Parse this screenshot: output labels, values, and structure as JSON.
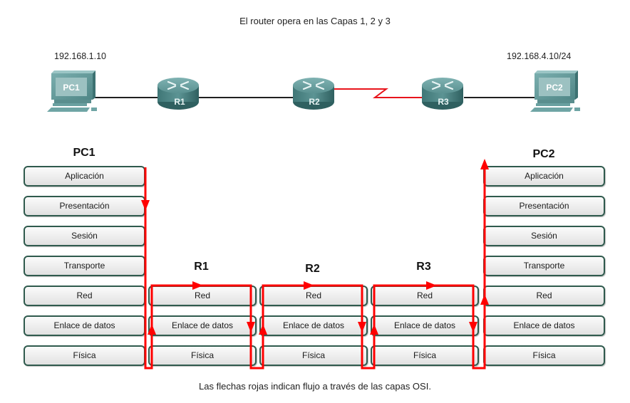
{
  "title": "El router opera en las Capas 1, 2 y 3",
  "caption": "Las flechas rojas indican flujo a través de las capas OSI.",
  "topology": {
    "pc1": {
      "label": "PC1",
      "ip": "192.168.1.10"
    },
    "pc2": {
      "label": "PC2",
      "ip": "192.168.4.10/24"
    },
    "routers": [
      {
        "label": "R1"
      },
      {
        "label": "R2"
      },
      {
        "label": "R3"
      }
    ],
    "links": [
      {
        "from": "PC1",
        "to": "R1",
        "type": "ethernet",
        "color": "#000000"
      },
      {
        "from": "R1",
        "to": "R2",
        "type": "ethernet",
        "color": "#000000"
      },
      {
        "from": "R2",
        "to": "R3",
        "type": "serial",
        "color": "#e8141b"
      },
      {
        "from": "R3",
        "to": "PC2",
        "type": "ethernet",
        "color": "#000000"
      }
    ]
  },
  "stacks": {
    "pc1": {
      "title": "PC1",
      "layers": [
        "Aplicación",
        "Presentación",
        "Sesión",
        "Transporte",
        "Red",
        "Enlace de datos",
        "Física"
      ]
    },
    "r1": {
      "title": "R1",
      "layers": [
        "Red",
        "Enlace de datos",
        "Física"
      ]
    },
    "r2": {
      "title": "R2",
      "layers": [
        "Red",
        "Enlace de datos",
        "Física"
      ]
    },
    "r3": {
      "title": "R3",
      "layers": [
        "Red",
        "Enlace de datos",
        "Física"
      ]
    },
    "pc2": {
      "title": "PC2",
      "layers": [
        "Aplicación",
        "Presentación",
        "Sesión",
        "Transporte",
        "Red",
        "Enlace de datos",
        "Física"
      ]
    }
  },
  "colors": {
    "flow_arrow": "#ff0000",
    "layer_border": "#2f5a4d",
    "device": "#5f9a9a"
  }
}
